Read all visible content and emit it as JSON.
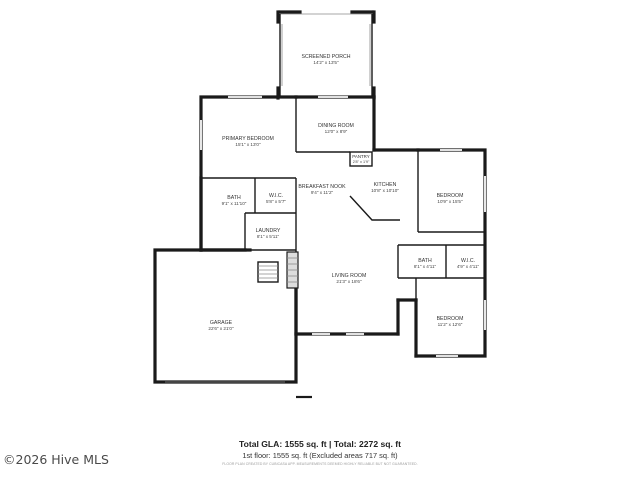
{
  "rooms": {
    "screened_porch": {
      "name": "SCREENED PORCH",
      "dim": "14'2\" x 13'5\""
    },
    "dining_room": {
      "name": "DINING ROOM",
      "dim": "12'0\" x 8'9\""
    },
    "primary_bedroom": {
      "name": "PRIMARY BEDROOM",
      "dim": "15'1\" x 13'0\""
    },
    "pantry": {
      "name": "PANTRY",
      "dim": "2'8\" x 1'9\""
    },
    "breakfast_nook": {
      "name": "BREAKFAST NOOK",
      "dim": "9'4\" x 11'2\""
    },
    "kitchen": {
      "name": "KITCHEN",
      "dim": "10'8\" x 10'10\""
    },
    "bedroom_1": {
      "name": "BEDROOM",
      "dim": "10'9\" x 15'5\""
    },
    "bath_primary": {
      "name": "BATH",
      "dim": "9'1\" x 11'10\""
    },
    "wic_primary": {
      "name": "W.I.C.",
      "dim": "5'8\" x 5'7\""
    },
    "laundry": {
      "name": "LAUNDRY",
      "dim": "8'1\" x 5'11\""
    },
    "bath_2": {
      "name": "BATH",
      "dim": "8'1\" x 4'11\""
    },
    "wic_2": {
      "name": "W.I.C.",
      "dim": "4'9\" x 4'11\""
    },
    "living_room": {
      "name": "LIVING ROOM",
      "dim": "21'3\" x 18'6\""
    },
    "bedroom_2": {
      "name": "BEDROOM",
      "dim": "11'2\" x 12'6\""
    },
    "garage": {
      "name": "GARAGE",
      "dim": "22'6\" x 21'0\""
    }
  },
  "summary": {
    "gla": "Total GLA: 1555 sq. ft | Total: 2272 sq. ft",
    "floor_note": "1st floor: 1555 sq. ft (Excluded areas 717 sq. ft)"
  },
  "credit": "FLOOR PLAN CREATED BY CUBICASA APP. MEASUREMENTS DEEMED HIGHLY RELIABLE BUT NOT GUARANTEED.",
  "watermark": "©2026 Hive MLS",
  "colors": {
    "wall": "#1a1a1a",
    "background": "#ffffff"
  }
}
